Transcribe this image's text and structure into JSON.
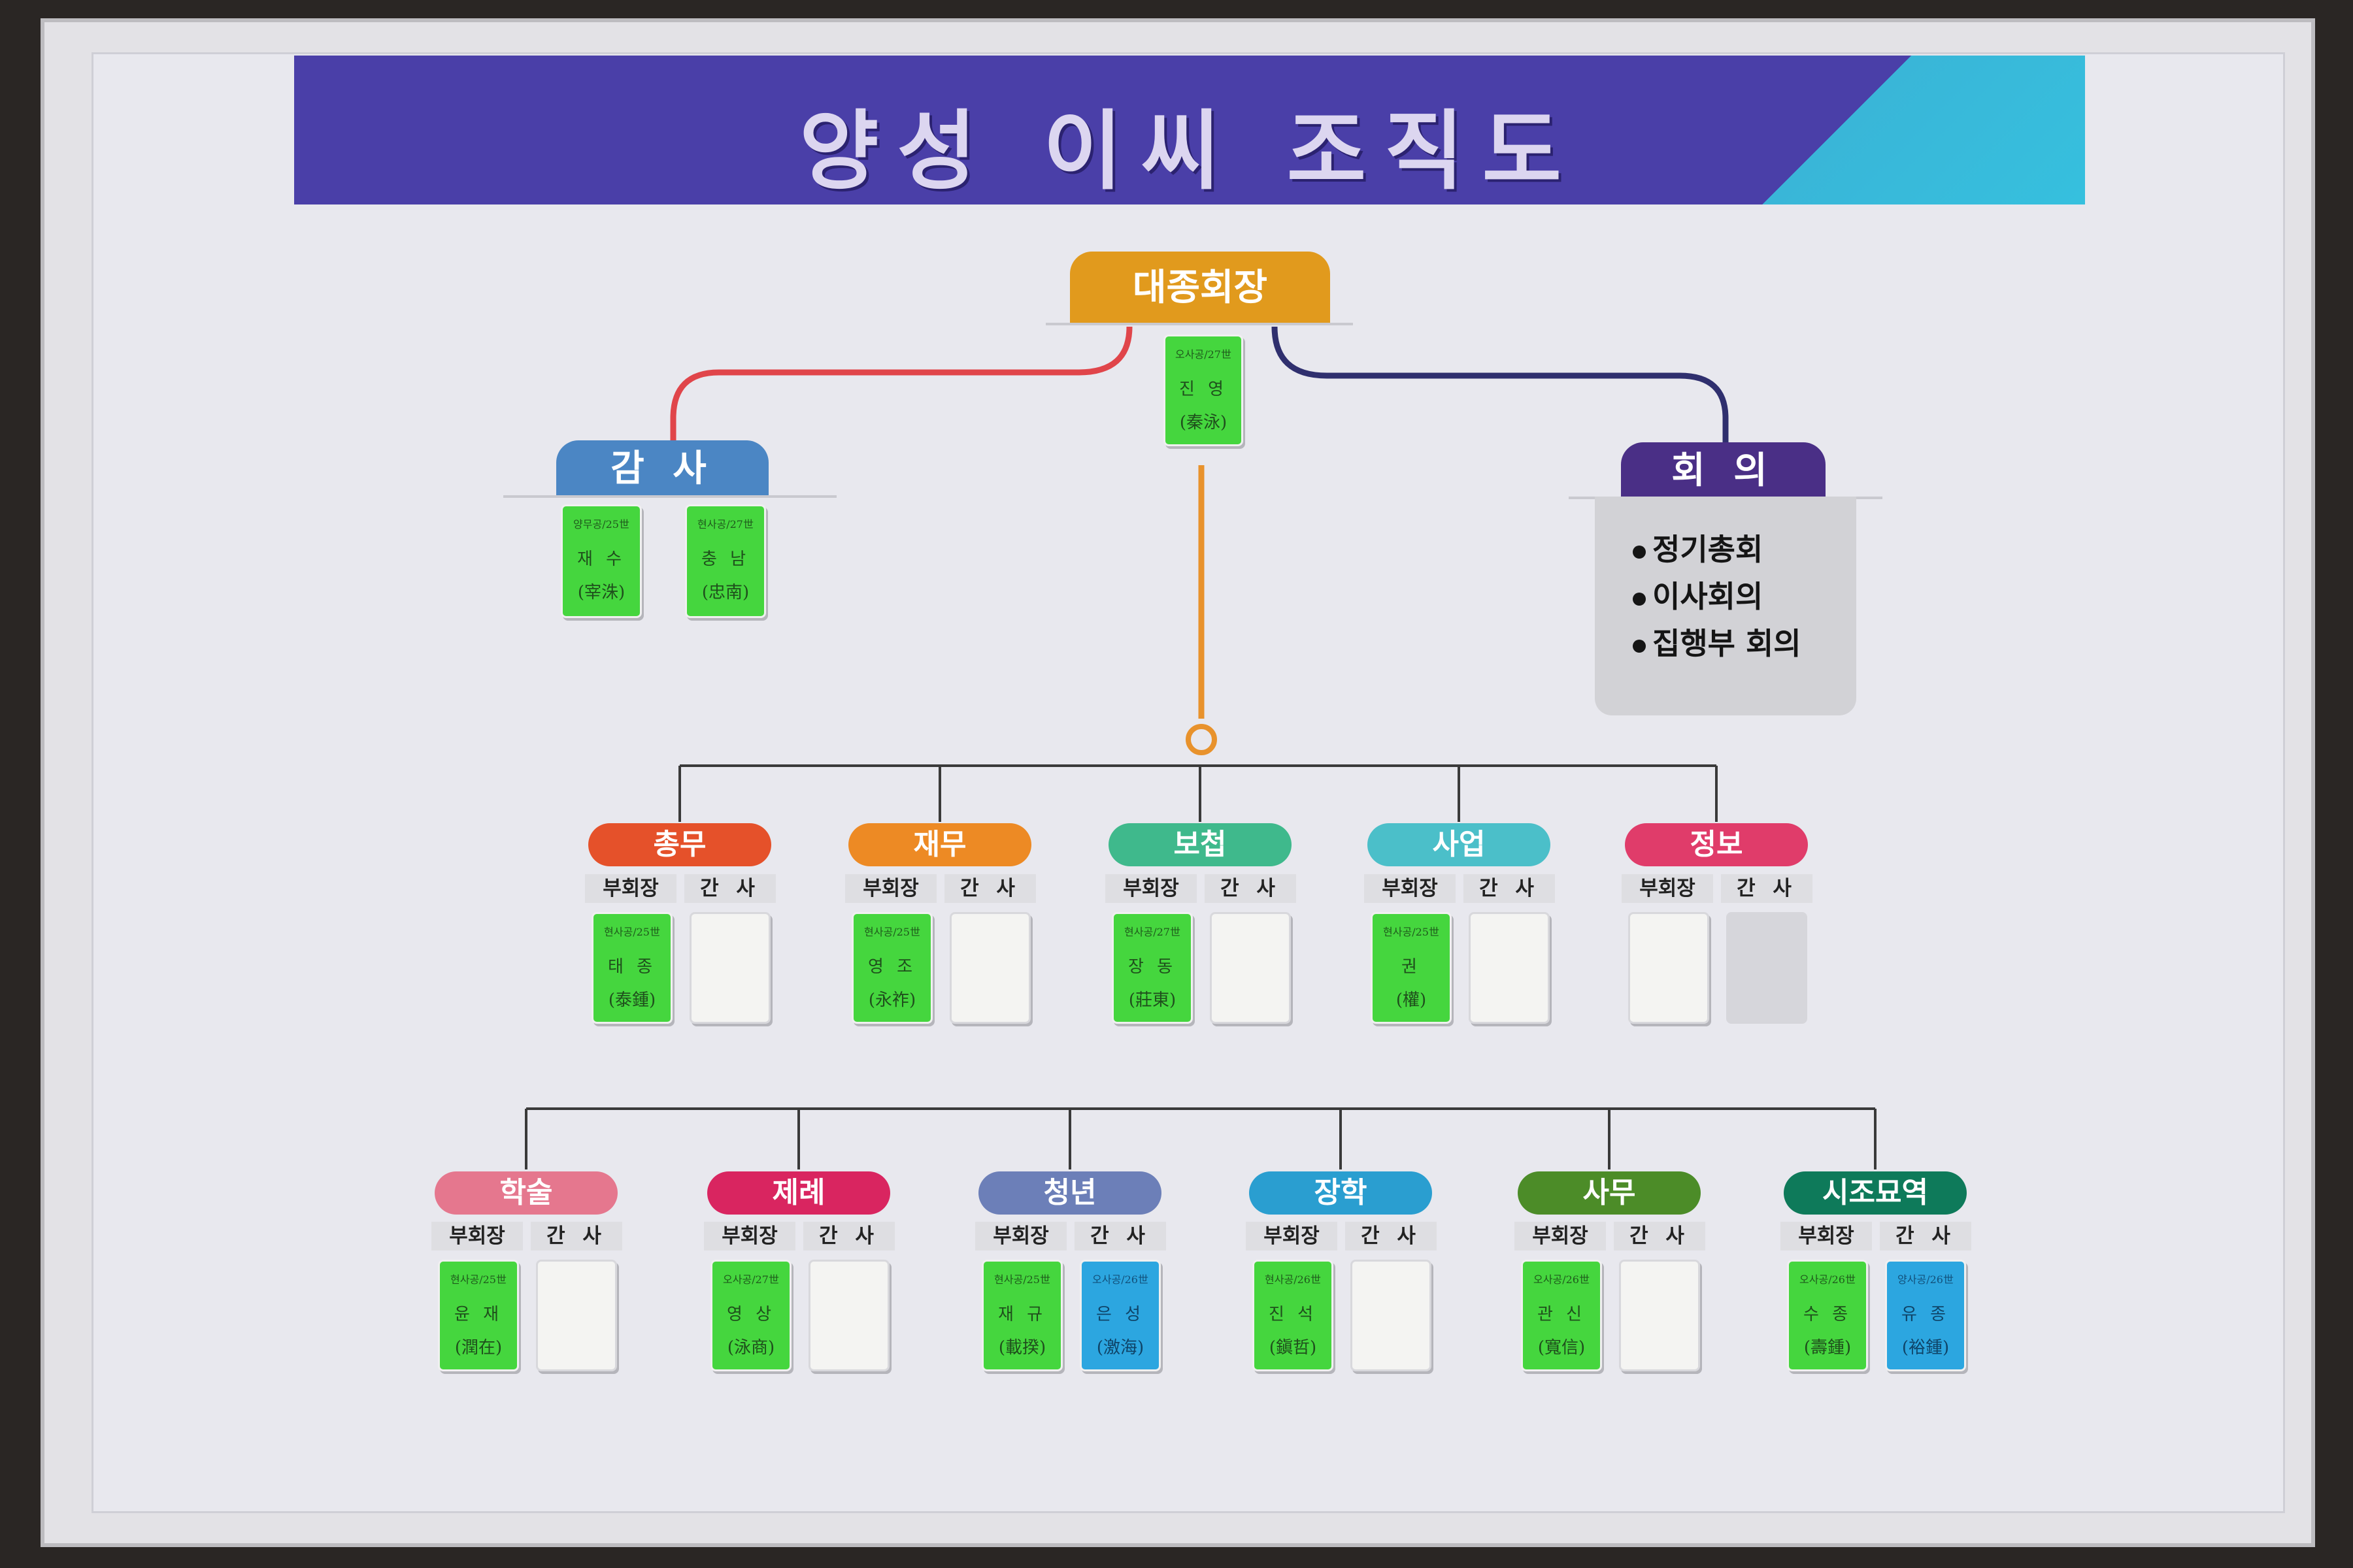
{
  "title": "양성 이씨 조직도",
  "head": {
    "label": "대종회장",
    "card": {
      "gen": "오사공/27世",
      "name": "진 영",
      "hanja": "(秦泳)"
    }
  },
  "audit": {
    "label": "감 사",
    "cards": [
      {
        "gen": "양무공/25世",
        "name": "재 수",
        "hanja": "(宰洙)"
      },
      {
        "gen": "현사공/27世",
        "name": "충 남",
        "hanja": "(忠南)"
      }
    ]
  },
  "meeting": {
    "label": "회 의",
    "items": [
      "정기총회",
      "이사회의",
      "집행부 회의"
    ]
  },
  "sub_headers": {
    "vice": "부회장",
    "secretary": "간 사"
  },
  "departments_row1": [
    {
      "label": "총무",
      "color": "#e5512a",
      "vice": {
        "gen": "현사공/25世",
        "name": "태 종",
        "hanja": "(泰鍾)"
      },
      "secretary": null,
      "secretary_style": "blank"
    },
    {
      "label": "재무",
      "color": "#ed8a24",
      "vice": {
        "gen": "현사공/25世",
        "name": "영 조",
        "hanja": "(永祚)"
      },
      "secretary": null,
      "secretary_style": "blank"
    },
    {
      "label": "보첩",
      "color": "#3fb98c",
      "vice": {
        "gen": "현사공/27世",
        "name": "장 동",
        "hanja": "(莊東)"
      },
      "secretary": null,
      "secretary_style": "blank"
    },
    {
      "label": "사업",
      "color": "#4bbfc9",
      "vice": {
        "gen": "현사공/25世",
        "name": "권",
        "hanja": "(權)"
      },
      "secretary": null,
      "secretary_style": "blank"
    },
    {
      "label": "정보",
      "color": "#e03c6a",
      "vice": null,
      "secretary": null,
      "vice_style": "blank",
      "secretary_style": "gray"
    }
  ],
  "departments_row2": [
    {
      "label": "학술",
      "color": "#e5778e",
      "vice": {
        "gen": "현사공/25世",
        "name": "윤 재",
        "hanja": "(潤在)"
      },
      "secretary": null,
      "secretary_style": "blank"
    },
    {
      "label": "제례",
      "color": "#d92560",
      "vice": {
        "gen": "오사공/27世",
        "name": "영 상",
        "hanja": "(泳商)"
      },
      "secretary": null,
      "secretary_style": "blank"
    },
    {
      "label": "청년",
      "color": "#6c7fb8",
      "vice": {
        "gen": "현사공/25世",
        "name": "재 규",
        "hanja": "(載揆)"
      },
      "secretary": {
        "gen": "오사공/26世",
        "name": "은 성",
        "hanja": "(激海)"
      },
      "secretary_style": "blue"
    },
    {
      "label": "장학",
      "color": "#2a9ed0",
      "vice": {
        "gen": "현사공/26世",
        "name": "진 석",
        "hanja": "(鎭哲)"
      },
      "secretary": null,
      "secretary_style": "blank"
    },
    {
      "label": "사무",
      "color": "#4c8c28",
      "vice": {
        "gen": "오사공/26世",
        "name": "관 신",
        "hanja": "(寬信)"
      },
      "secretary": null,
      "secretary_style": "blank"
    },
    {
      "label": "시조묘역",
      "color": "#0e7a5a",
      "vice": {
        "gen": "오사공/26世",
        "name": "수 종",
        "hanja": "(壽鍾)"
      },
      "secretary": {
        "gen": "양사공/26世",
        "name": "유 종",
        "hanja": "(裕鍾)"
      },
      "secretary_style": "blue"
    }
  ]
}
